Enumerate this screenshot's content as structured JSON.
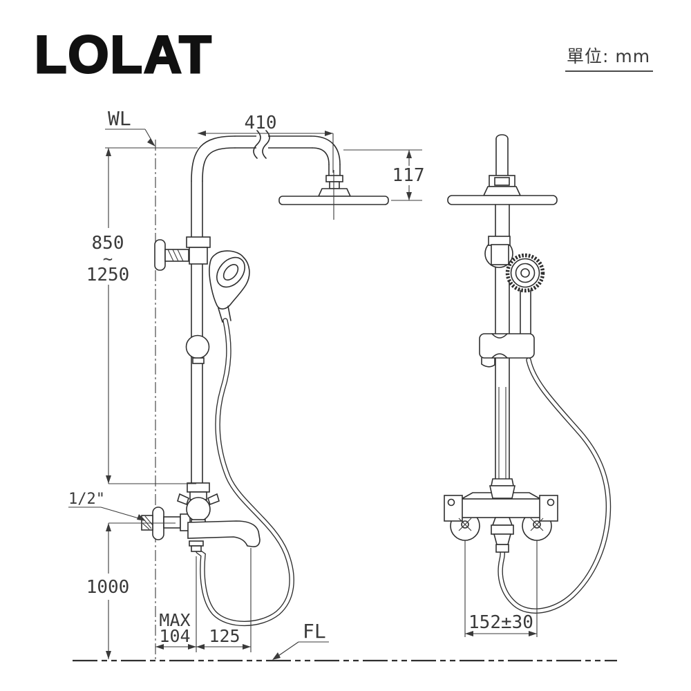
{
  "header": {
    "logo": "LOLAT",
    "unit_label": "單位: mm"
  },
  "front_view": {
    "water_line_label": "WL",
    "arm_length": "410",
    "head_drop": "117",
    "riser_height_min": "850",
    "riser_height_tilde": "~",
    "riser_height_max": "1250",
    "inlet_thread": "1/2\"",
    "inlet_height": "1000",
    "spout_max_label": "MAX",
    "spout_wall_offset": "104",
    "spout_reach": "125",
    "floor_line_label": "FL"
  },
  "side_view": {
    "inlet_spacing": "152±30"
  },
  "colors": {
    "line": "#2e2e2e",
    "text": "#3a3a3a",
    "logo": "#111111",
    "background": "#ffffff"
  }
}
